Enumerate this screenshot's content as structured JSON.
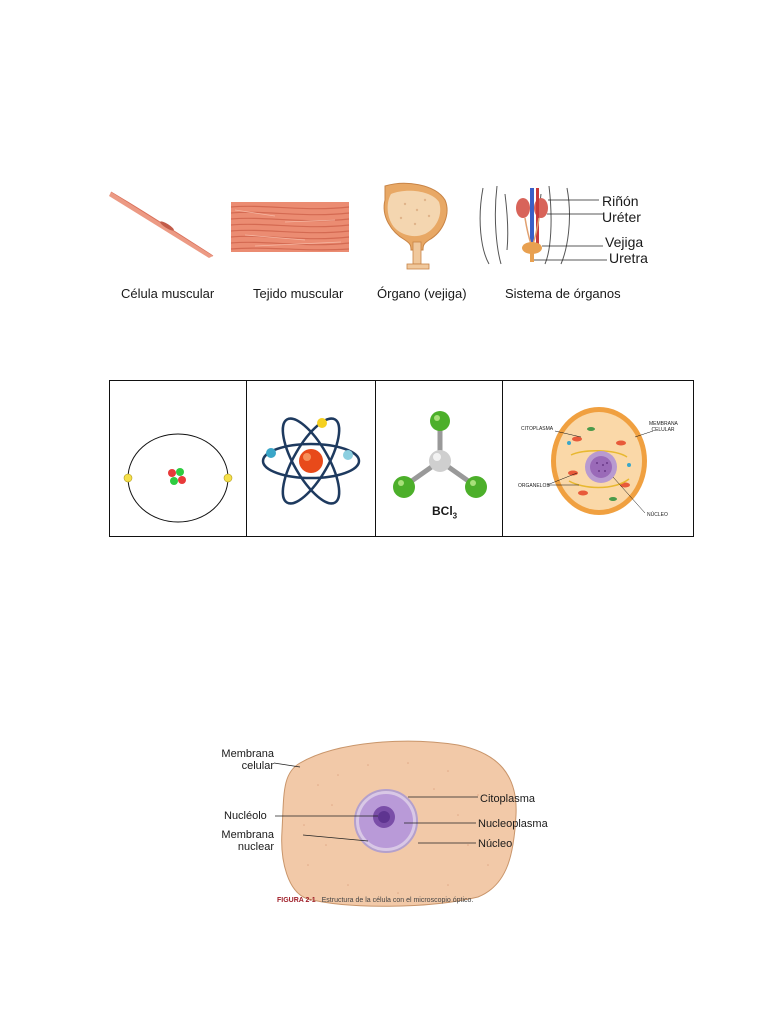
{
  "organization_levels": {
    "items": [
      {
        "label": "Célula muscular"
      },
      {
        "label": "Tejido muscular"
      },
      {
        "label": "Órgano (vejiga)"
      },
      {
        "label": "Sistema de órganos"
      }
    ],
    "system_labels": [
      "Riñón",
      "Uréter",
      "Vejiga",
      "Uretra"
    ]
  },
  "table": {
    "molecule_formula": "BCl",
    "molecule_subscript": "3",
    "cell_labels": {
      "citoplasma": "CITOPLASMA",
      "membrana": "MEMBRANA CELULAR",
      "organelos": "ORGANELOS",
      "nucleo": "NÚCLEO"
    }
  },
  "cell_figure": {
    "labels": {
      "membrana_celular": "Membrana celular",
      "nucleolo": "Nucléolo",
      "membrana_nuclear": "Membrana nuclear",
      "citoplasma": "Citoplasma",
      "nucleoplasma": "Nucleoplasma",
      "nucleo": "Núcleo"
    },
    "caption_figure": "FIGURA 2-1",
    "caption_text": "Estructura de la célula con el microscopio óptico."
  },
  "colors": {
    "muscle": "#e8826a",
    "cell_body": "#f2c9a8",
    "nucleus": "#b99ad8",
    "caption_red": "#a0202a"
  }
}
